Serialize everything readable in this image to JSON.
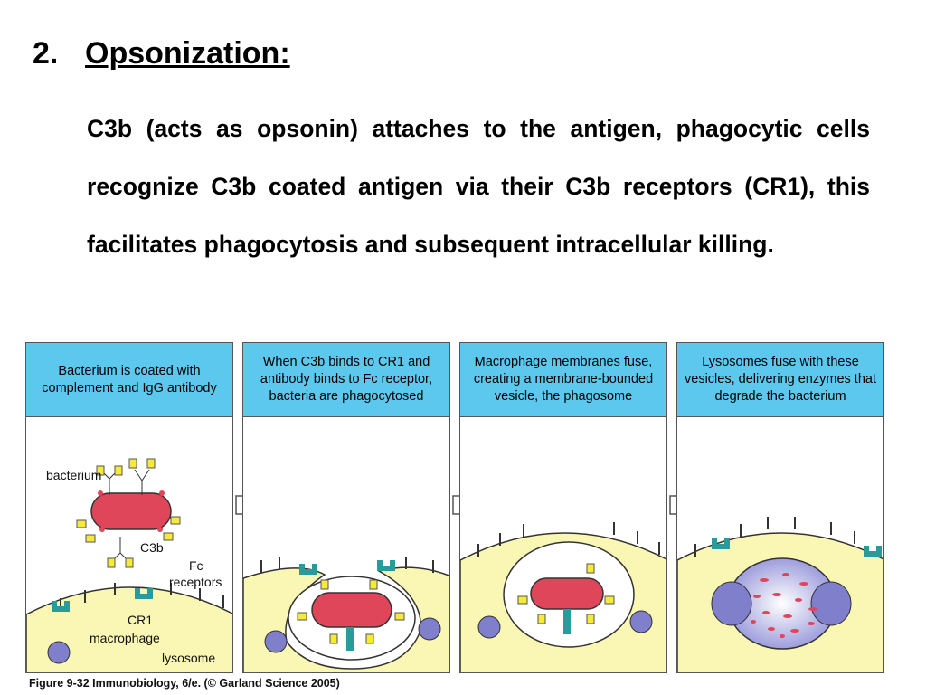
{
  "heading": {
    "number": "2.",
    "title": "Opsonization:"
  },
  "paragraph": "C3b (acts as opsonin) attaches to the antigen, phagocytic cells recognize C3b coated antigen via their C3b receptors (CR1), this facilitates phagocytosis and subsequent intracellular killing.",
  "figure": {
    "panels": [
      {
        "caption": "Bacterium is coated with complement and IgG antibody"
      },
      {
        "caption": "When C3b binds to CR1 and antibody binds to Fc receptor, bacteria are phagocytosed"
      },
      {
        "caption": "Macrophage membranes fuse, creating a membrane-bounded vesicle, the phagosome"
      },
      {
        "caption": "Lysosomes fuse with these vesicles, delivering enzymes that degrade the bacterium"
      }
    ],
    "labels": {
      "bacterium": "bacterium",
      "c3b": "C3b",
      "fc_line1": "Fc",
      "fc_line2": "receptors",
      "cr1": "CR1",
      "macrophage": "macrophage",
      "lysosome": "lysosome"
    },
    "colors": {
      "caption_bg": "#5cc8ee",
      "cytoplasm": "#faf6b4",
      "bacterium": "#e0465a",
      "receptor": "#2a9a9a",
      "lysosome": "#7f7fcc"
    },
    "source": "Figure 9-32  Immunobiology, 6/e. (© Garland Science 2005)"
  }
}
